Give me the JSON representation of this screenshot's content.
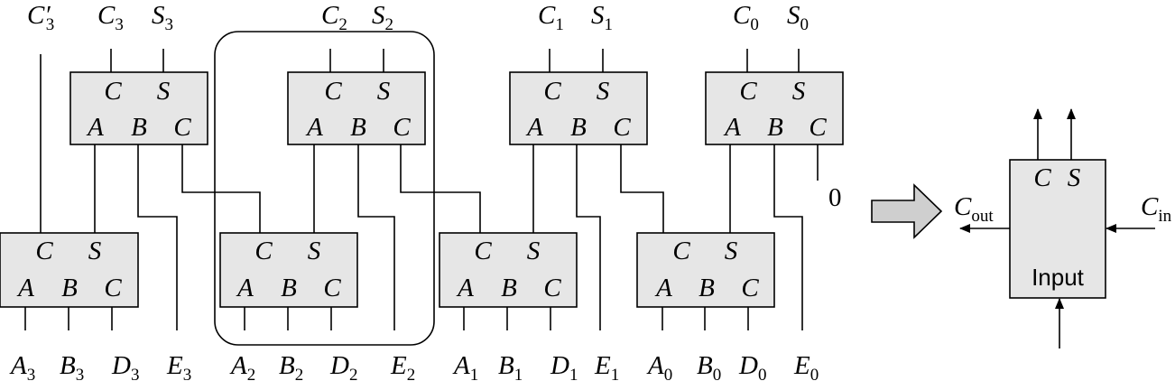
{
  "diagram": {
    "top_outputs": [
      {
        "base": "C",
        "sub": "3",
        "prime": "′"
      },
      {
        "base": "C",
        "sub": "3"
      },
      {
        "base": "S",
        "sub": "3"
      },
      {
        "base": "C",
        "sub": "2"
      },
      {
        "base": "S",
        "sub": "2"
      },
      {
        "base": "C",
        "sub": "1"
      },
      {
        "base": "S",
        "sub": "1"
      },
      {
        "base": "C",
        "sub": "0"
      },
      {
        "base": "S",
        "sub": "0"
      }
    ],
    "bottom_inputs": [
      {
        "base": "A",
        "sub": "3"
      },
      {
        "base": "B",
        "sub": "3"
      },
      {
        "base": "D",
        "sub": "3"
      },
      {
        "base": "E",
        "sub": "3"
      },
      {
        "base": "A",
        "sub": "2"
      },
      {
        "base": "B",
        "sub": "2"
      },
      {
        "base": "D",
        "sub": "2"
      },
      {
        "base": "E",
        "sub": "2"
      },
      {
        "base": "A",
        "sub": "1"
      },
      {
        "base": "B",
        "sub": "1"
      },
      {
        "base": "D",
        "sub": "1"
      },
      {
        "base": "E",
        "sub": "1"
      },
      {
        "base": "A",
        "sub": "0"
      },
      {
        "base": "B",
        "sub": "0"
      },
      {
        "base": "D",
        "sub": "0"
      },
      {
        "base": "E",
        "sub": "0"
      }
    ],
    "adder_ports": {
      "out_c": "C",
      "out_s": "S",
      "in_a": "A",
      "in_b": "B",
      "in_c": "C"
    },
    "carry_in_constant": "0"
  },
  "block": {
    "out_c": "C",
    "out_s": "S",
    "label": "Input",
    "cout": {
      "base": "C",
      "sub": "out"
    },
    "cin": {
      "base": "C",
      "sub": "in"
    }
  }
}
